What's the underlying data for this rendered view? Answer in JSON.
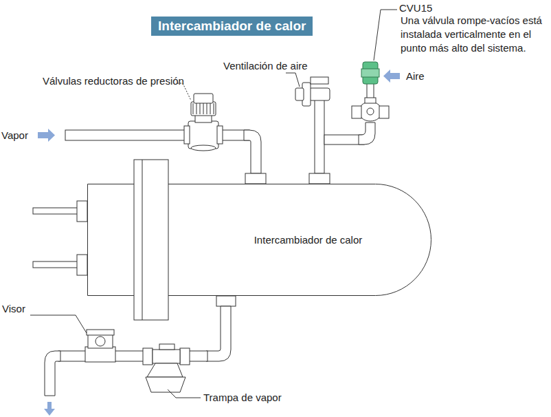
{
  "diagram": {
    "title": "Intercambiador de calor",
    "nodes": [
      {
        "text": [
          "Intercambiador de calor"
        ]
      }
    ],
    "labels": [
      "CVU15",
      "Una válvula rompe-vacíos está instalada verticalmente en el punto más alto del sistema.",
      "Aire",
      "Ventilación de aire",
      "Válvulas reductoras de presión",
      "Vapor",
      "Visor",
      "Trampa de vapor"
    ]
  }
}
